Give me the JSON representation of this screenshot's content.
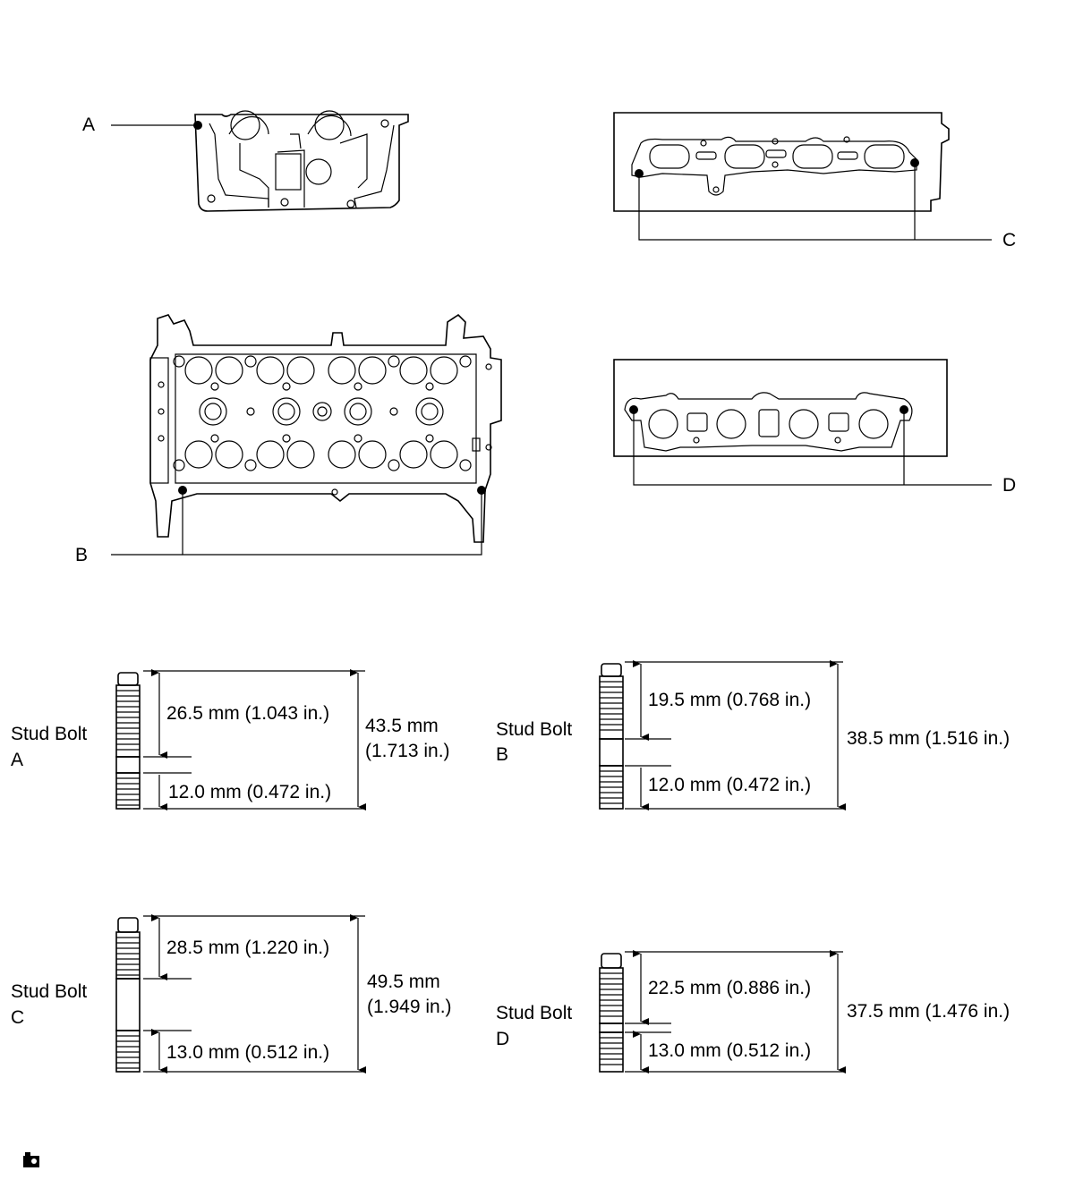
{
  "callouts": {
    "a": "A",
    "b": "B",
    "c": "C",
    "d": "D"
  },
  "studs": {
    "a": {
      "name_line1": "Stud Bolt",
      "name_line2": "A",
      "upper": "26.5 mm (1.043 in.)",
      "lower": "12.0 mm (0.472 in.)",
      "total_line1": "43.5 mm",
      "total_line2": "(1.713 in.)"
    },
    "b": {
      "name_line1": "Stud Bolt",
      "name_line2": "B",
      "upper": "19.5 mm (0.768 in.)",
      "lower": "12.0 mm (0.472 in.)",
      "total": "38.5 mm (1.516 in.)"
    },
    "c": {
      "name_line1": "Stud Bolt",
      "name_line2": "C",
      "upper": "28.5 mm (1.220 in.)",
      "lower": "13.0 mm (0.512 in.)",
      "total_line1": "49.5 mm",
      "total_line2": "(1.949 in.)"
    },
    "d": {
      "name_line1": "Stud Bolt",
      "name_line2": "D",
      "upper": "22.5 mm (0.886 in.)",
      "lower": "13.0 mm (0.512 in.)",
      "total": "37.5 mm (1.476 in.)"
    }
  },
  "icons": {
    "corner": "camera-icon"
  }
}
